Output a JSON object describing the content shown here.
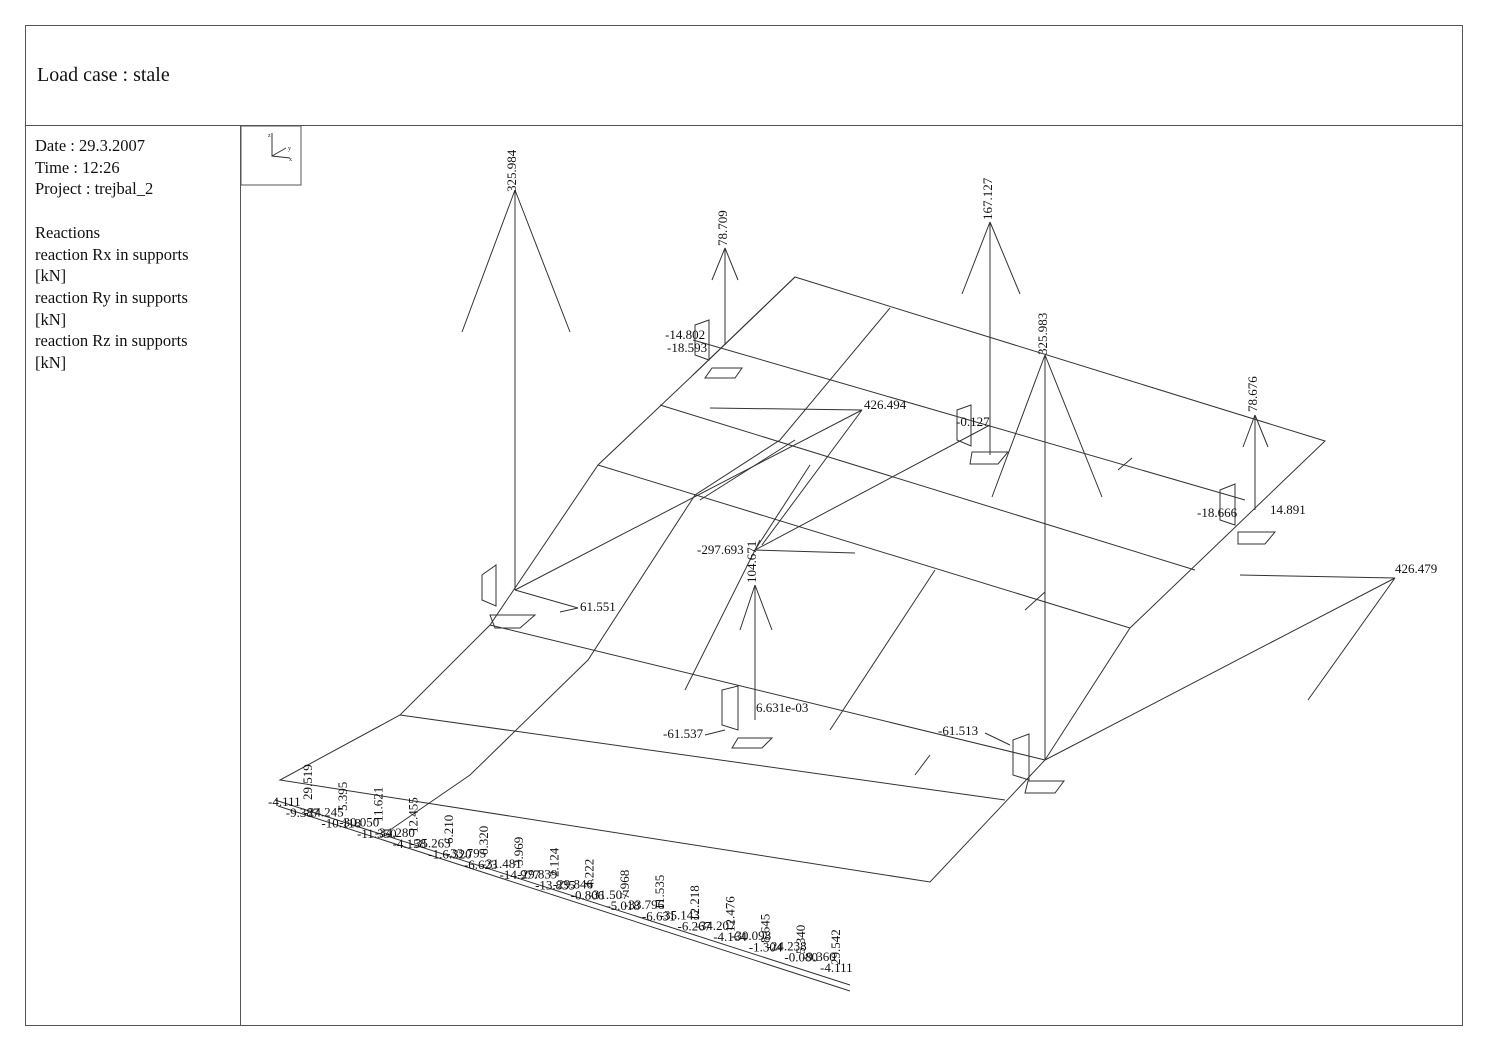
{
  "header": {
    "title": "Load case : stale"
  },
  "info": {
    "date": "Date : 29.3.2007",
    "time": "Time : 12:26",
    "project": "Project : trejbal_2",
    "section": "Reactions",
    "rx": "reaction Rx in supports",
    "rx_unit": "[kN]",
    "ry": "reaction Ry in supports",
    "ry_unit": "[kN]",
    "rz": "reaction Rz in supports",
    "rz_unit": "[kN]"
  },
  "axis_icon": "xyz-axis-icon",
  "reaction_labels": {
    "s1_rz": "325.984",
    "s1_rx": "61.551",
    "s2_rz": "78.709",
    "s2_a": "-14.802",
    "s2_b": "-18.593",
    "s3_rz": "167.127",
    "s3_a": "-0.127",
    "s4_rz": "325.983",
    "s5_rz": "78.676",
    "s5_a": "-18.666",
    "s5_b": "14.891",
    "s6_a": "426.494",
    "s6_b": "-297.693",
    "s6_rz": "104.671",
    "s7_a": "426.479",
    "s8_a": "6.631e-03",
    "s8_b": "-61.537",
    "s9_a": "-61.513"
  },
  "line_supports": {
    "upper": [
      "29.519",
      "5.395",
      "11.621",
      "12.455",
      "6.210",
      "6.320",
      "3.969",
      "2.124",
      "4.222",
      "7.968",
      "11.535",
      "12.218",
      "12.476",
      "8.645",
      "5.340",
      "29.542"
    ],
    "lower": [
      "-4.111",
      "-9.387",
      "-24.245",
      "-10.118",
      "-30.050",
      "-11.350",
      "-34.280",
      "-4.158",
      "-35.263",
      "-1.6.320",
      "-33.795",
      "-6.623",
      "-31.481",
      "-14.977",
      "-29.839",
      "-13.835",
      "-29.846",
      "-0.806",
      "-31.507",
      "-5.018",
      "-33.796",
      "-6.631",
      "-35.143",
      "-6.267",
      "-34.207",
      "-4.164",
      "-30.098",
      "-1.304",
      "-24.238",
      "-0.080",
      "-9.360",
      "-4.111"
    ]
  }
}
